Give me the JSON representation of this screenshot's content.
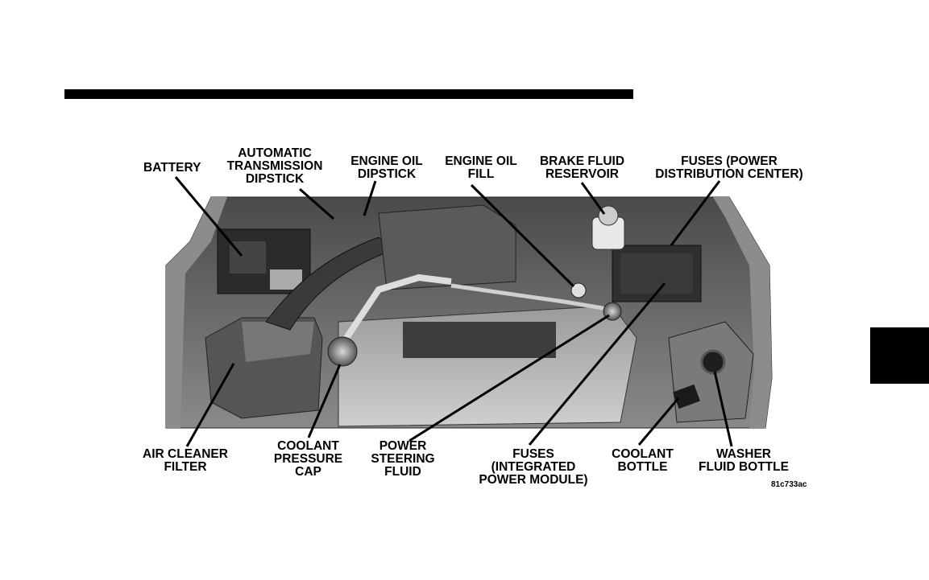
{
  "labels": {
    "battery": "BATTERY",
    "automatic_transmission_dipstick": "AUTOMATIC\nTRANSMISSION\nDIPSTICK",
    "engine_oil_dipstick": "ENGINE OIL\nDIPSTICK",
    "engine_oil_fill": "ENGINE OIL\nFILL",
    "brake_fluid_reservoir": "BRAKE FLUID\nRESERVOIR",
    "fuses_power_distribution_center": "FUSES (POWER\nDISTRIBUTION CENTER)",
    "air_cleaner_filter": "AIR CLEANER\nFILTER",
    "coolant_pressure_cap": "COOLANT\nPRESSURE\nCAP",
    "power_steering_fluid": "POWER\nSTEERING\nFLUID",
    "fuses_integrated_power_module": "FUSES (INTEGRATED\nPOWER MODULE)",
    "coolant_bottle": "COOLANT\nBOTTLE",
    "washer_fluid_bottle": "WASHER\nFLUID BOTTLE"
  },
  "figure_code": "81c733ac"
}
